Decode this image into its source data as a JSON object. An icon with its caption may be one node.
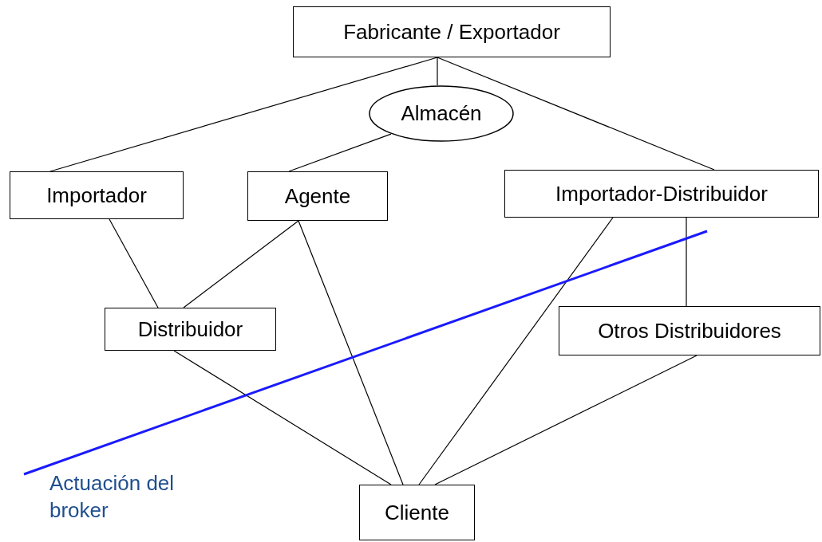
{
  "diagram": {
    "nodes": [
      {
        "text": [
          "Fabricante / Exportador"
        ]
      },
      {
        "text": [
          "Almacén"
        ]
      },
      {
        "text": [
          "Importador"
        ]
      },
      {
        "text": [
          "Agente"
        ]
      },
      {
        "text": [
          "Importador-Distribuidor"
        ]
      },
      {
        "text": [
          "Distribuidor"
        ]
      },
      {
        "text": [
          "Otros Distribuidores"
        ]
      },
      {
        "text": [
          "Cliente"
        ]
      }
    ],
    "edges": [
      {
        "from": 0,
        "to": 1,
        "arrow": "none"
      },
      {
        "from": 0,
        "to": 2,
        "arrow": "none"
      },
      {
        "from": 0,
        "to": 4,
        "arrow": "none"
      },
      {
        "from": 1,
        "to": 3,
        "arrow": "none"
      },
      {
        "from": 2,
        "to": 5,
        "arrow": "none"
      },
      {
        "from": 3,
        "to": 5,
        "arrow": "none"
      },
      {
        "from": 3,
        "to": 7,
        "arrow": "none"
      },
      {
        "from": 4,
        "to": 7,
        "arrow": "none"
      },
      {
        "from": 4,
        "to": 6,
        "arrow": "none"
      },
      {
        "from": 5,
        "to": 7,
        "arrow": "none"
      },
      {
        "from": 6,
        "to": 7,
        "arrow": "none"
      }
    ],
    "labels": [
      "Actuación del broker"
    ]
  }
}
